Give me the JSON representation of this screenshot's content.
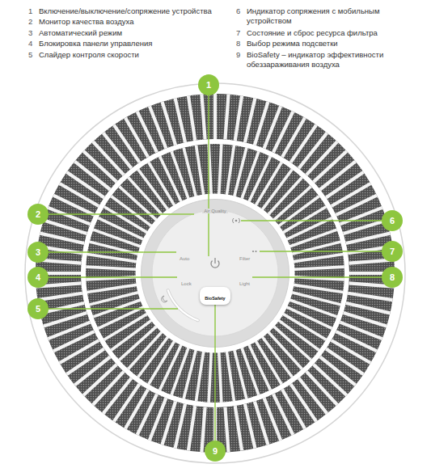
{
  "diagram": {
    "nodes": [
      {
        "text": [
          "Air Quality",
          "Auto",
          "Lock",
          "Filter",
          "Light"
        ]
      },
      {
        "text": [
          "BioSafety"
        ],
        "in": 0
      },
      {
        "text": [
          "1"
        ]
      },
      {
        "text": [
          "2"
        ]
      },
      {
        "text": [
          "3"
        ]
      },
      {
        "text": [
          "4"
        ]
      },
      {
        "text": [
          "5"
        ]
      },
      {
        "text": [
          "6"
        ]
      },
      {
        "text": [
          "7"
        ]
      },
      {
        "text": [
          "8"
        ]
      },
      {
        "text": [
          "9"
        ]
      }
    ],
    "edges": [
      {
        "from": 2,
        "to": 0,
        "arrow": "none"
      },
      {
        "from": 3,
        "to": 0,
        "arrow": "none"
      },
      {
        "from": 4,
        "to": 0,
        "arrow": "none"
      },
      {
        "from": 5,
        "to": 0,
        "arrow": "none"
      },
      {
        "from": 6,
        "to": 0,
        "arrow": "none"
      },
      {
        "from": 7,
        "to": 0,
        "arrow": "none"
      },
      {
        "from": 8,
        "to": 0,
        "arrow": "none"
      },
      {
        "from": 9,
        "to": 0,
        "arrow": "none"
      },
      {
        "from": 10,
        "to": 1,
        "arrow": "none"
      }
    ],
    "labels": [
      "1",
      "Включение/выключение/сопряжение устройства",
      "2",
      "Монитор качества воздуха",
      "3",
      "Автоматический режим",
      "4",
      "Блокировка панели управления",
      "5",
      "Слайдер контроля скорости",
      "6",
      "Индикатор сопряжения с мобильным устройством",
      "7",
      "Состояние и сброс ресурса фильтра",
      "8",
      "Выбор режима подсветки",
      "9",
      "BioSafety – индикатор эффективности обеззараживания воздуха"
    ]
  }
}
